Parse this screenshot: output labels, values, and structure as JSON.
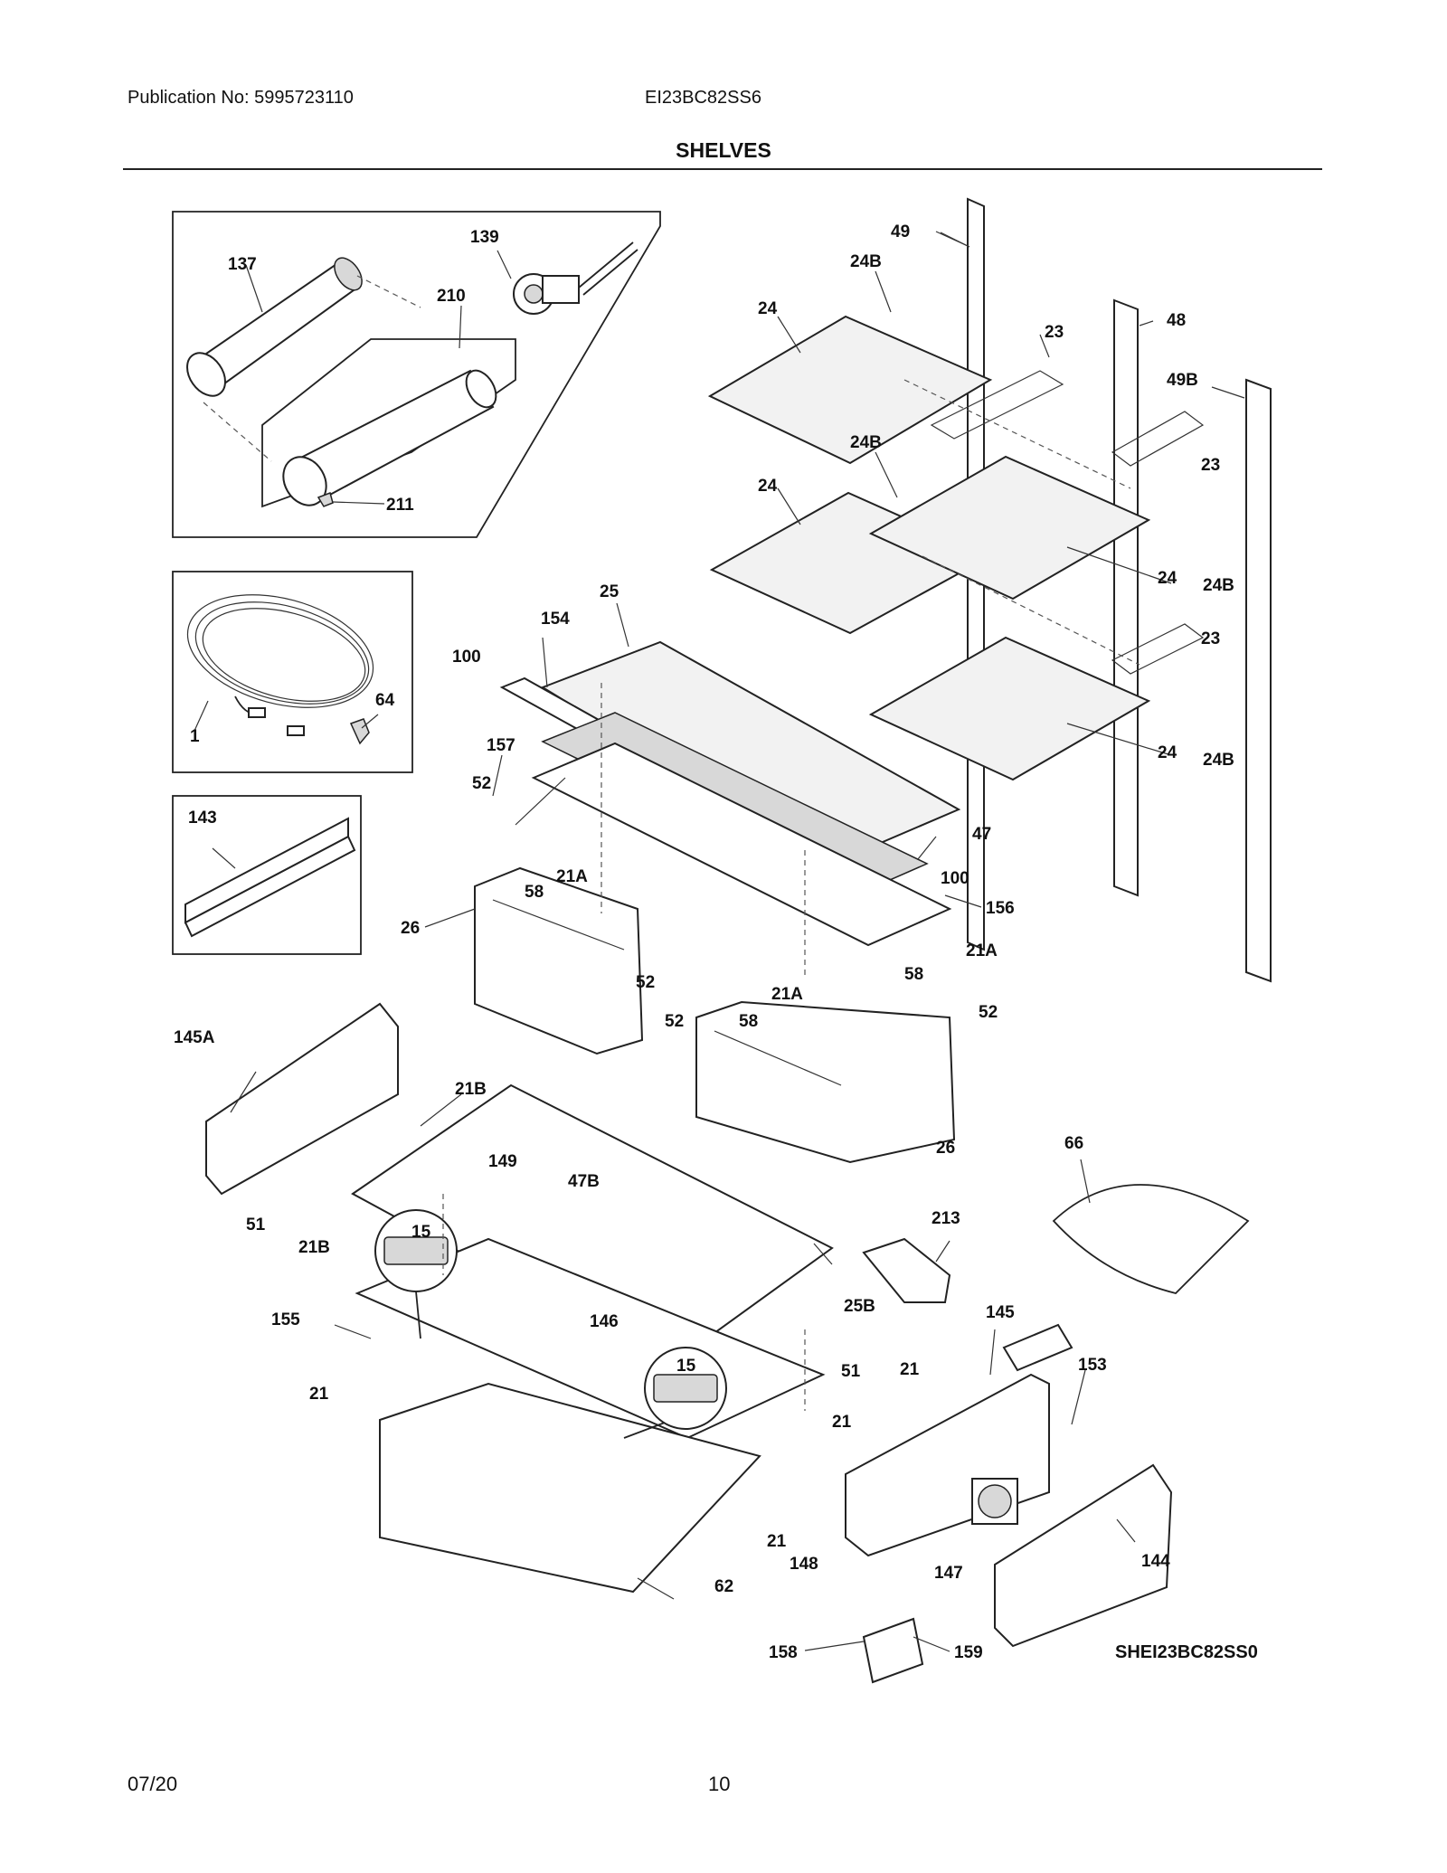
{
  "header": {
    "publication": "Publication No: 5995723110",
    "model": "EI23BC82SS6",
    "section": "SHELVES"
  },
  "footer": {
    "date": "07/20",
    "page": "10"
  },
  "diagram": {
    "code": "SHEI23BC82SS0",
    "callouts": {
      "c137": "137",
      "c139": "139",
      "c210": "210",
      "c211": "211",
      "c1": "1",
      "c64": "64",
      "c143": "143",
      "c49": "49",
      "c24B_a": "24B",
      "c24_a": "24",
      "c23_a": "23",
      "c48": "48",
      "c49B": "49B",
      "c24B_b": "24B",
      "c24_b": "24",
      "c23_b": "23",
      "c24_c": "24",
      "c24B_c": "24B",
      "c23_c": "23",
      "c24_d": "24",
      "c24B_d": "24B",
      "c25": "25",
      "c154": "154",
      "c100_a": "100",
      "c157": "157",
      "c52_a": "52",
      "c47": "47",
      "c100_b": "100",
      "c21A_a": "21A",
      "c58_a": "58",
      "c156": "156",
      "c26_a": "26",
      "c52_b": "52",
      "c21A_b": "21A",
      "c58_b": "58",
      "c21A_c": "21A",
      "c52_c": "52",
      "c58_c": "58",
      "c52_d": "52",
      "c26_b": "26",
      "c145A": "145A",
      "c21B_a": "21B",
      "c149": "149",
      "c47B": "47B",
      "c51_a": "51",
      "c21B_b": "21B",
      "c15_a": "15",
      "c66": "66",
      "c213": "213",
      "c25B": "25B",
      "c155": "155",
      "c146": "146",
      "c15_b": "15",
      "c145": "145",
      "c21_a": "21",
      "c51_b": "51",
      "c21_b": "21",
      "c153": "153",
      "c21_c": "21",
      "c21_d": "21",
      "c148": "148",
      "c147": "147",
      "c144": "144",
      "c62": "62",
      "c158": "158",
      "c159": "159"
    }
  }
}
